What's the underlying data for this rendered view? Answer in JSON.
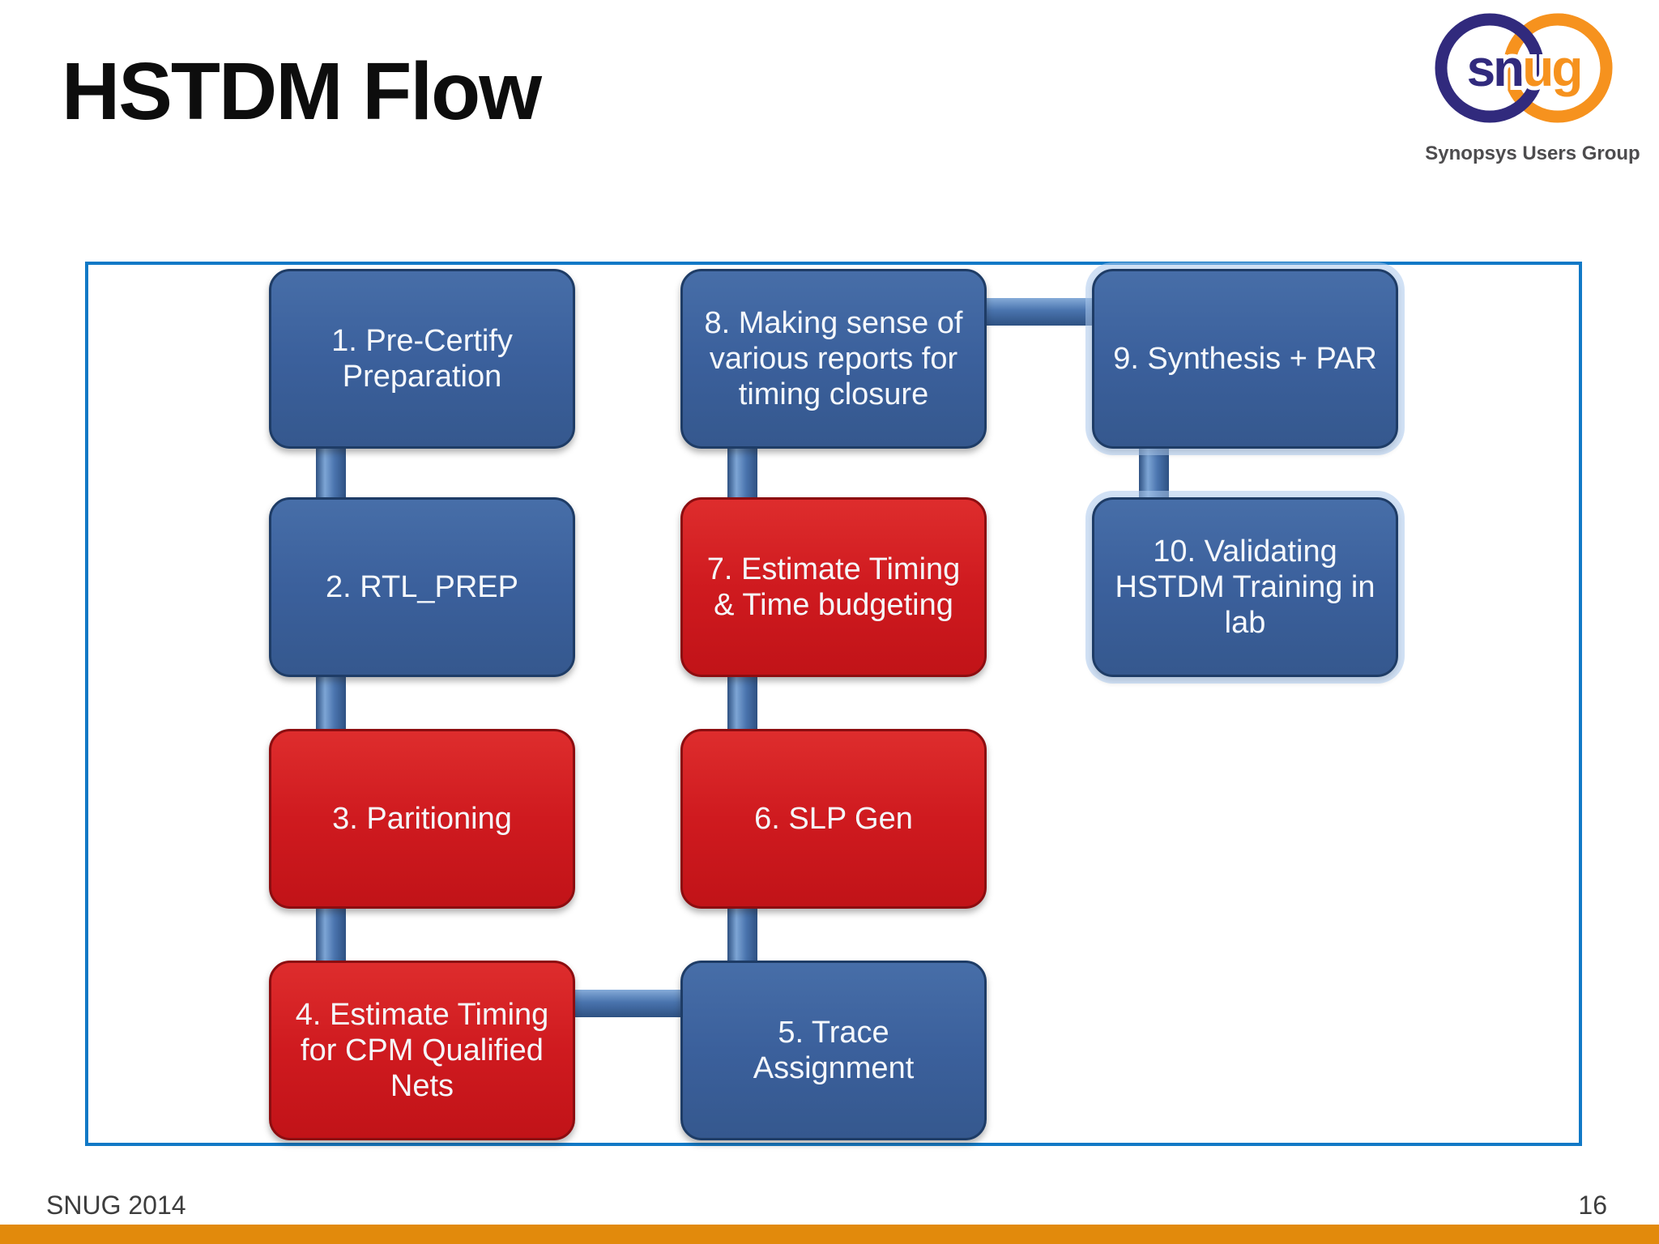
{
  "slide": {
    "title": "HSTDM Flow",
    "footer_left": "SNUG 2014",
    "page_number": "16"
  },
  "logo": {
    "text_sn": "sn",
    "text_ug": "ug",
    "caption": "Synopsys Users Group",
    "blue": "#312a7d",
    "orange": "#f6921e"
  },
  "colors": {
    "box_blue": "#3b609c",
    "box_red": "#cf1a1f",
    "connector_blue": "#4a74ae",
    "frame_border": "#1179c6",
    "bottom_bar_orange": "#e28a0c",
    "title_text": "#0d0d0d",
    "footer_text": "#3d3d3d",
    "node_text": "#f5f8fc"
  },
  "flow": {
    "nodes": [
      {
        "id": 1,
        "label": "1. Pre-Certify Preparation",
        "color": "blue",
        "col": 0,
        "row": 0
      },
      {
        "id": 2,
        "label": "2. RTL_PREP",
        "color": "blue",
        "col": 0,
        "row": 1
      },
      {
        "id": 3,
        "label": "3. Paritioning",
        "color": "red",
        "col": 0,
        "row": 2
      },
      {
        "id": 4,
        "label": "4. Estimate Timing for CPM Qualified Nets",
        "color": "red",
        "col": 0,
        "row": 3
      },
      {
        "id": 5,
        "label": "5. Trace Assignment",
        "color": "blue",
        "col": 1,
        "row": 3
      },
      {
        "id": 6,
        "label": "6. SLP Gen",
        "color": "red",
        "col": 1,
        "row": 2
      },
      {
        "id": 7,
        "label": "7. Estimate Timing & Time budgeting",
        "color": "red",
        "col": 1,
        "row": 1
      },
      {
        "id": 8,
        "label": "8. Making sense of various reports for timing closure",
        "color": "blue",
        "col": 1,
        "row": 0
      },
      {
        "id": 9,
        "label": "9. Synthesis + PAR",
        "color": "blue",
        "col": 2,
        "row": 0,
        "glow": true
      },
      {
        "id": 10,
        "label": "10. Validating HSTDM Training in lab",
        "color": "blue",
        "col": 2,
        "row": 1,
        "glow": true
      }
    ],
    "edges": [
      [
        1,
        2
      ],
      [
        2,
        3
      ],
      [
        3,
        4
      ],
      [
        4,
        5
      ],
      [
        5,
        6
      ],
      [
        6,
        7
      ],
      [
        7,
        8
      ],
      [
        8,
        9
      ],
      [
        9,
        10
      ]
    ]
  }
}
